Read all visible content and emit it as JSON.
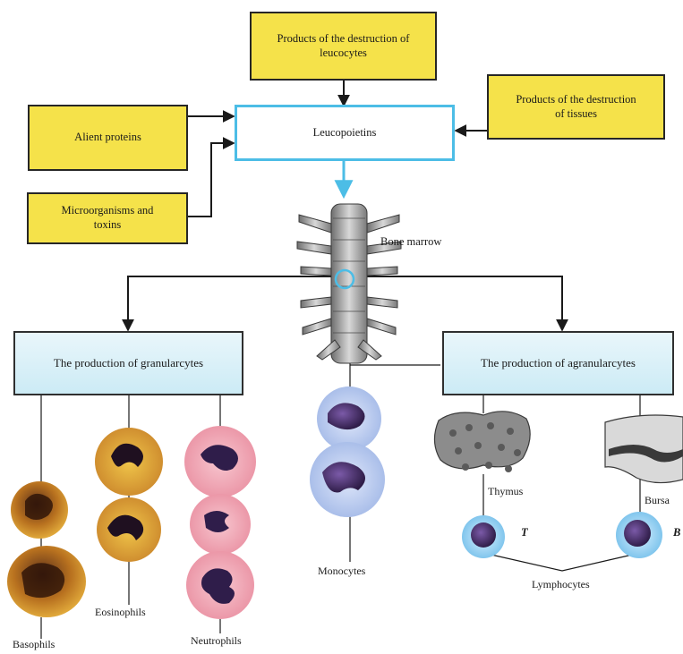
{
  "sources": {
    "leucocytes": "Products of the destruction of leucocytes",
    "tissues": "Products of the destruction of tissues",
    "proteins": "Alient proteins",
    "microorganisms": "Microorganisms and toxins"
  },
  "center": {
    "leucopoietins": "Leucopoietins",
    "bone_marrow": "Bone marrow"
  },
  "branches": {
    "granular": "The production of granularcytes",
    "agranular": "The production of agranularcytes"
  },
  "cells": {
    "basophils": "Basophils",
    "eosinophils": "Eosinophils",
    "neutrophils": "Neutrophils",
    "monocytes": "Monocytes",
    "thymus": "Thymus",
    "bursa": "Bursa",
    "lymphocytes": "Lymphocytes",
    "t_marker": "T",
    "b_marker": "B"
  },
  "colors": {
    "source_box": "#f5e24a",
    "leucopoietins_border": "#4cbde6",
    "production_box": "#d6eff8",
    "basophil": "#c9892a",
    "eosinophil": "#d9a030",
    "neutrophil": "#f2a9b6",
    "monocyte": "#b6c8ec",
    "lymphocyte": "#9ad0ee",
    "nucleus": "#3a2350"
  }
}
